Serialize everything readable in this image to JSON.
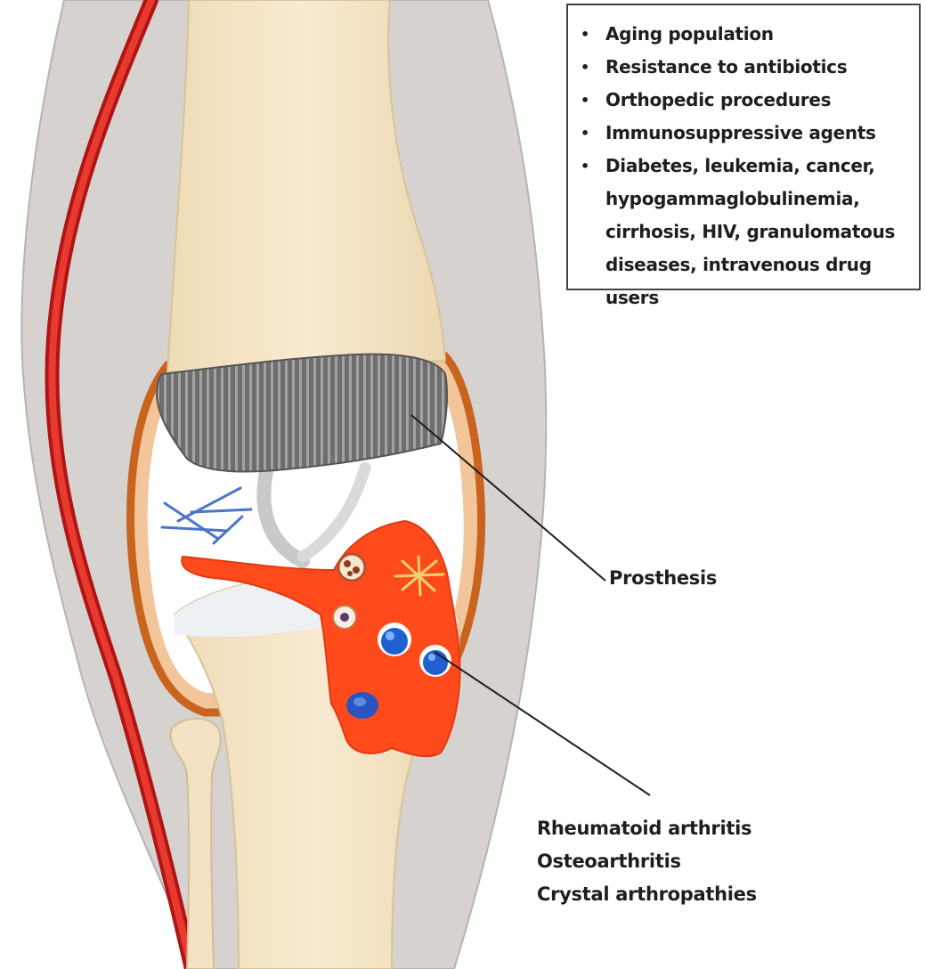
{
  "risk_factors": {
    "items": [
      "Aging population",
      "Resistance to antibiotics",
      "Orthopedic procedures",
      "Immunosuppressive agents",
      "Diabetes, leukemia, cancer, hypogammaglobulinemia, cirrhosis, HIV, granulomatous diseases, intravenous drug users"
    ]
  },
  "labels": {
    "prosthesis": "Prosthesis",
    "conditions": [
      "Rheumatoid arthritis",
      "Osteoarthritis",
      "Crystal arthropathies"
    ]
  },
  "colors": {
    "soft_tissue": "#d6d2d0",
    "bone": "#f5e6c8",
    "artery": "#d62020",
    "inflamed_synovium": "#ff4a1c",
    "prosthesis": "#6e6e6e",
    "capsule": "#c8641e",
    "cell_nucleus": "#1f5fd0"
  }
}
